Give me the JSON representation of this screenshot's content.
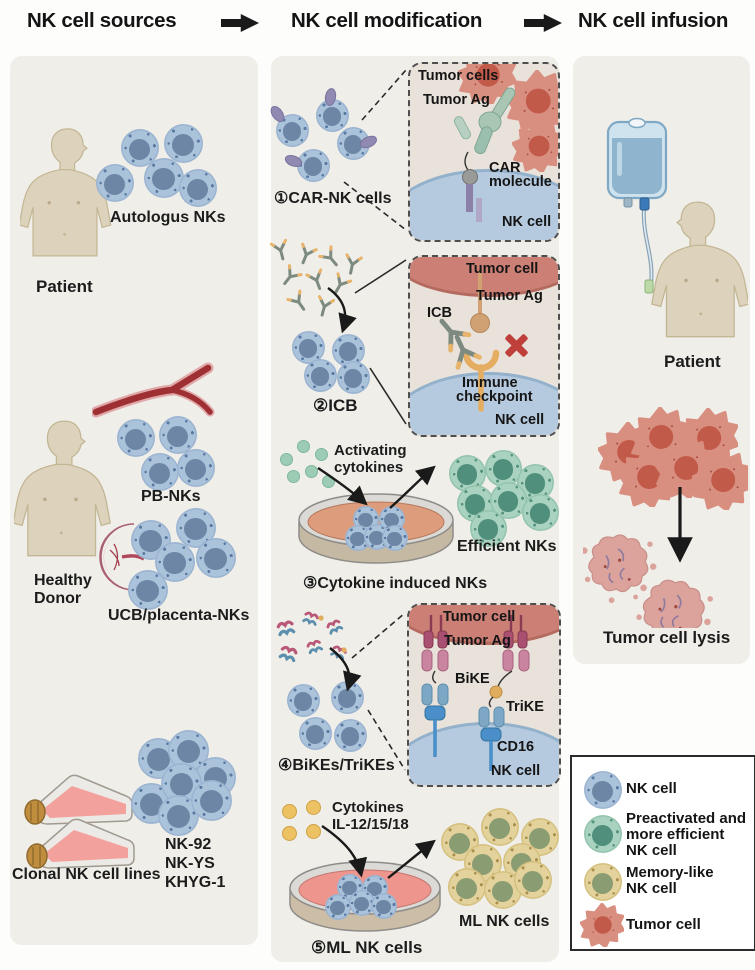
{
  "header": {
    "sources_title": "NK cell sources",
    "modification_title": "NK cell modification",
    "infusion_title": "NK cell infusion"
  },
  "sources": {
    "autologous_label": "Autologus NKs",
    "patient_label": "Patient",
    "pb_label": "PB-NKs",
    "donor_label_1": "Healthy",
    "donor_label_2": "Donor",
    "ucb_label": "UCB/placenta-NKs",
    "clonal_label": "Clonal NK cell lines",
    "cell_lines": [
      "NK-92",
      "NK-YS",
      "KHYG-1"
    ]
  },
  "modification": {
    "step1": {
      "label": "①CAR-NK cells",
      "tumor": "Tumor cells",
      "ag": "Tumor Ag",
      "car1": "CAR",
      "car2": "molecule",
      "nk": "NK cell"
    },
    "step2": {
      "label": "②ICB",
      "tumor": "Tumor cell",
      "ag": "Tumor Ag",
      "icb": "ICB",
      "cp1": "Immune",
      "cp2": "checkpoint",
      "nk": "NK cell"
    },
    "step3": {
      "label": "③Cytokine induced NKs",
      "act1": "Activating",
      "act2": "cytokines",
      "efficient": "Efficient NKs"
    },
    "step4": {
      "label": "④BiKEs/TriKEs",
      "tumor": "Tumor cell",
      "ag": "Tumor Ag",
      "bike": "BiKE",
      "trike": "TriKE",
      "cd16": "CD16",
      "nk": "NK cell"
    },
    "step5": {
      "label": "⑤ML NK cells",
      "cyt1": "Cytokines",
      "cyt2": "IL-12/15/18",
      "ml": "ML NK cells"
    }
  },
  "infusion": {
    "patient_label": "Patient",
    "lysis_label": "Tumor cell lysis"
  },
  "legend": {
    "items": [
      {
        "label": "NK cell",
        "color": "#abc2db"
      },
      {
        "label": "Preactivated  and more efficient NK cell",
        "color": "#a9d3c0"
      },
      {
        "label": "Memory-like NK cell",
        "color": "#e3d29b"
      },
      {
        "label": "Tumor cell",
        "color": "#d98f80"
      }
    ]
  },
  "colors": {
    "panel_bg": "#efeee9",
    "nk_cell": "#abc2db",
    "nk_nucleus": "#6d86a5",
    "efficient_cell": "#a9d3c0",
    "memory_cell": "#e3d29b",
    "tumor_cell": "#d98f80",
    "inset_bg": "#e9e2da"
  }
}
